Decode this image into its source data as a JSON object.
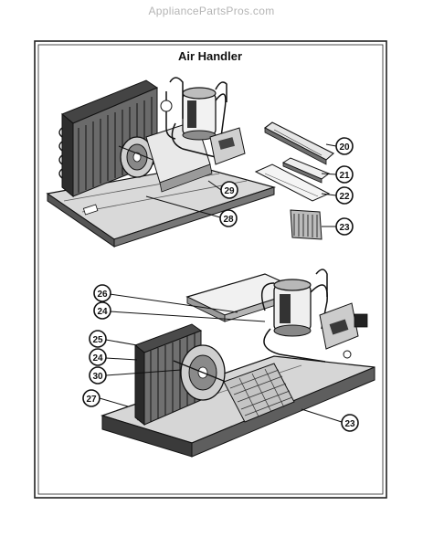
{
  "watermark": "AppliancePartsPros.com",
  "title": "Air Handler",
  "callouts": {
    "c20": "20",
    "c21": "21",
    "c22": "22",
    "c23a": "23",
    "c29": "29",
    "c28": "28",
    "c26": "26",
    "c24a": "24",
    "c25": "25",
    "c24b": "24",
    "c30": "30",
    "c27": "27",
    "c23b": "23"
  }
}
